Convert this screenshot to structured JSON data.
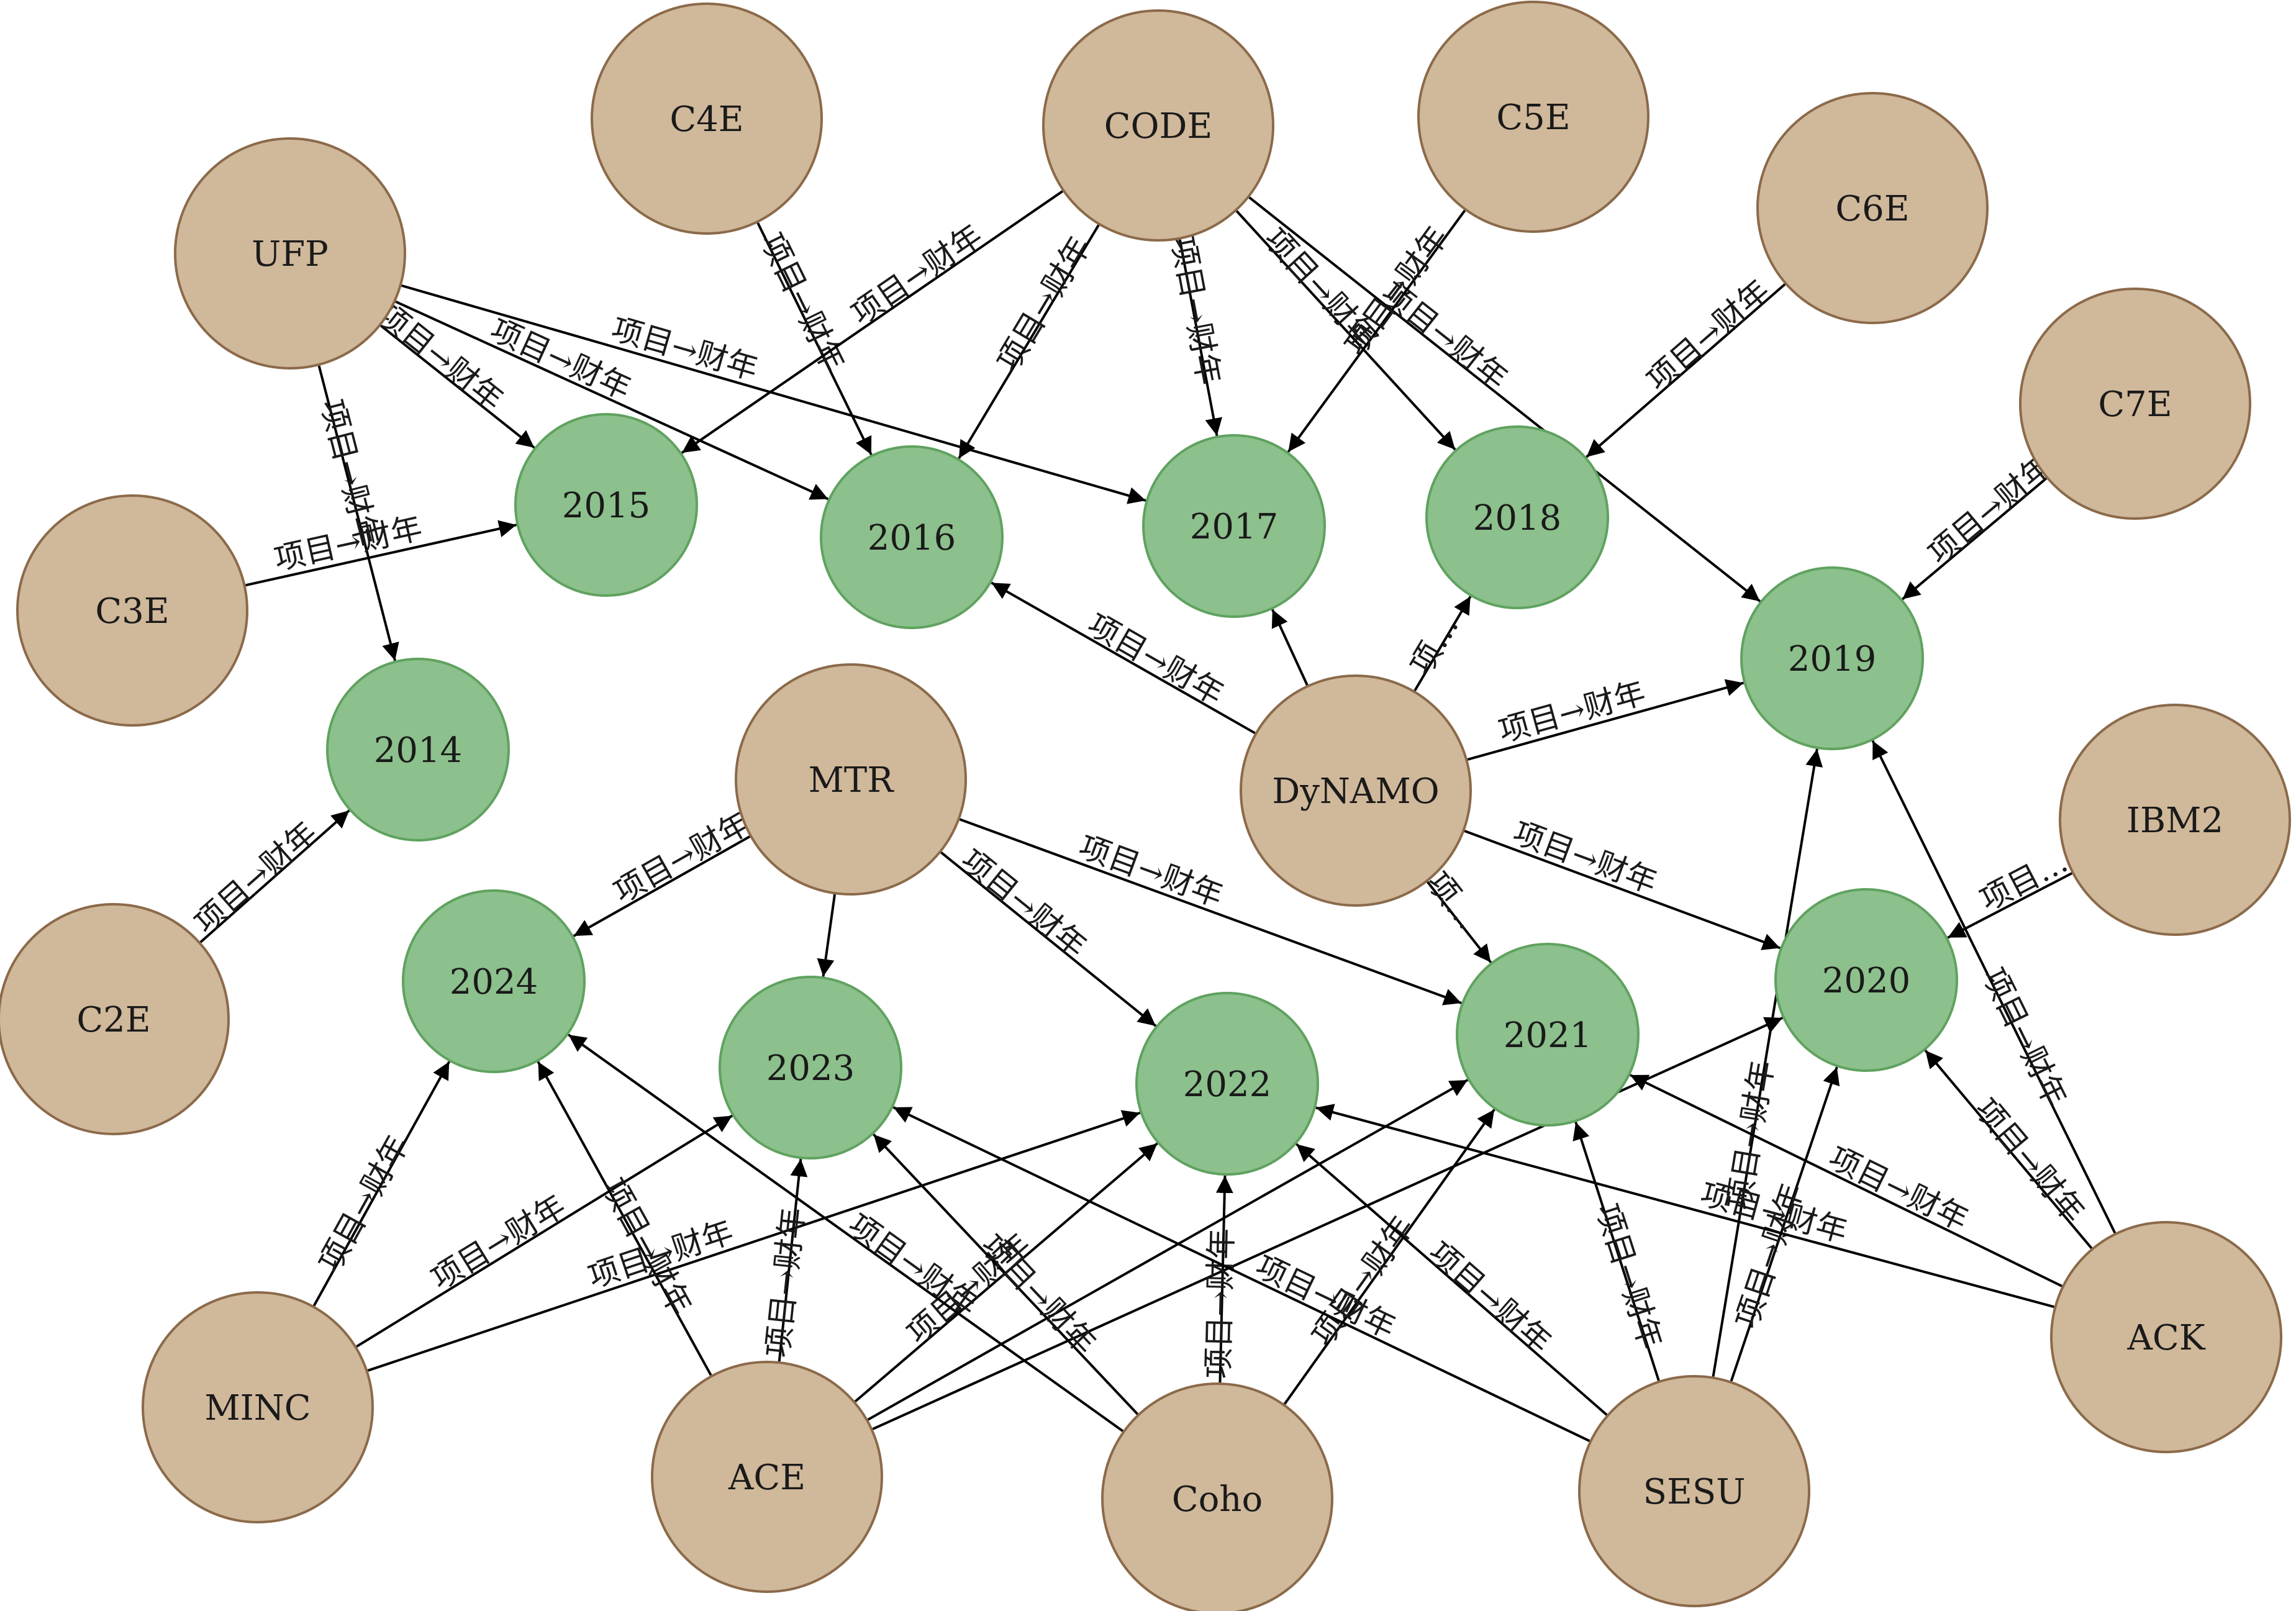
{
  "colors": {
    "project_node": "#d0b89a",
    "project_stroke": "#8b6a4a",
    "year_node": "#8cc08c",
    "year_stroke": "#5fa25f",
    "edge": "#000000"
  },
  "nodes": [
    {
      "id": "UFP",
      "label": "UFP",
      "kind": "project"
    },
    {
      "id": "C4E",
      "label": "C4E",
      "kind": "project"
    },
    {
      "id": "CODE",
      "label": "CODE",
      "kind": "project"
    },
    {
      "id": "C5E",
      "label": "C5E",
      "kind": "project"
    },
    {
      "id": "C6E",
      "label": "C6E",
      "kind": "project"
    },
    {
      "id": "C7E",
      "label": "C7E",
      "kind": "project"
    },
    {
      "id": "C3E",
      "label": "C3E",
      "kind": "project"
    },
    {
      "id": "C2E",
      "label": "C2E",
      "kind": "project"
    },
    {
      "id": "MTR",
      "label": "MTR",
      "kind": "project"
    },
    {
      "id": "DyNAMO",
      "label": "DyNAMO",
      "kind": "project"
    },
    {
      "id": "IBM2",
      "label": "IBM2",
      "kind": "project"
    },
    {
      "id": "MINC",
      "label": "MINC",
      "kind": "project"
    },
    {
      "id": "ACE",
      "label": "ACE",
      "kind": "project"
    },
    {
      "id": "Coho",
      "label": "Coho",
      "kind": "project"
    },
    {
      "id": "SESU",
      "label": "SESU",
      "kind": "project"
    },
    {
      "id": "ACK",
      "label": "ACK",
      "kind": "project"
    },
    {
      "id": "2014",
      "label": "2014",
      "kind": "year"
    },
    {
      "id": "2015",
      "label": "2015",
      "kind": "year"
    },
    {
      "id": "2016",
      "label": "2016",
      "kind": "year"
    },
    {
      "id": "2017",
      "label": "2017",
      "kind": "year"
    },
    {
      "id": "2018",
      "label": "2018",
      "kind": "year"
    },
    {
      "id": "2019",
      "label": "2019",
      "kind": "year"
    },
    {
      "id": "2020",
      "label": "2020",
      "kind": "year"
    },
    {
      "id": "2021",
      "label": "2021",
      "kind": "year"
    },
    {
      "id": "2022",
      "label": "2022",
      "kind": "year"
    },
    {
      "id": "2023",
      "label": "2023",
      "kind": "year"
    },
    {
      "id": "2024",
      "label": "2024",
      "kind": "year"
    }
  ],
  "edges": [
    {
      "from": "UFP",
      "to": "2014",
      "label": "项目→财年"
    },
    {
      "from": "UFP",
      "to": "2015",
      "label": "项目→财年"
    },
    {
      "from": "UFP",
      "to": "2016",
      "label": "项目→财年"
    },
    {
      "from": "UFP",
      "to": "2017",
      "label": "项目→财年"
    },
    {
      "from": "C3E",
      "to": "2015",
      "label": "项目→财年"
    },
    {
      "from": "C2E",
      "to": "2014",
      "label": "项目→财年"
    },
    {
      "from": "C4E",
      "to": "2016",
      "label": "项目→财年"
    },
    {
      "from": "CODE",
      "to": "2015",
      "label": "项目→财年"
    },
    {
      "from": "CODE",
      "to": "2016",
      "label": "项目→财年"
    },
    {
      "from": "CODE",
      "to": "2017",
      "label": "项目→财年"
    },
    {
      "from": "CODE",
      "to": "2018",
      "label": "项目→财年"
    },
    {
      "from": "CODE",
      "to": "2019",
      "label": "项目→财年"
    },
    {
      "from": "C5E",
      "to": "2017",
      "label": "项目→财年"
    },
    {
      "from": "C6E",
      "to": "2018",
      "label": "项目→财年"
    },
    {
      "from": "C7E",
      "to": "2019",
      "label": "项目→财年"
    },
    {
      "from": "DyNAMO",
      "to": "2016",
      "label": "项目→财年"
    },
    {
      "from": "DyNAMO",
      "to": "2017",
      "label": ""
    },
    {
      "from": "DyNAMO",
      "to": "2018",
      "label": "项…"
    },
    {
      "from": "DyNAMO",
      "to": "2019",
      "label": "项目→财年"
    },
    {
      "from": "DyNAMO",
      "to": "2020",
      "label": "项目→财年"
    },
    {
      "from": "DyNAMO",
      "to": "2021",
      "label": "项…"
    },
    {
      "from": "IBM2",
      "to": "2020",
      "label": "项目…"
    },
    {
      "from": "MTR",
      "to": "2024",
      "label": "项目→财年"
    },
    {
      "from": "MTR",
      "to": "2023",
      "label": ""
    },
    {
      "from": "MTR",
      "to": "2022",
      "label": "项目→财年"
    },
    {
      "from": "MTR",
      "to": "2021",
      "label": "项目→财年"
    },
    {
      "from": "MINC",
      "to": "2024",
      "label": "项目→财年"
    },
    {
      "from": "MINC",
      "to": "2023",
      "label": "项目→财年"
    },
    {
      "from": "MINC",
      "to": "2022",
      "label": "项目→财年"
    },
    {
      "from": "ACE",
      "to": "2024",
      "label": "项目→财年"
    },
    {
      "from": "ACE",
      "to": "2023",
      "label": "项目→财年"
    },
    {
      "from": "ACE",
      "to": "2022",
      "label": "项目→财年"
    },
    {
      "from": "ACE",
      "to": "2021",
      "label": ""
    },
    {
      "from": "ACE",
      "to": "2020",
      "label": ""
    },
    {
      "from": "Coho",
      "to": "2024",
      "label": "项目→财年"
    },
    {
      "from": "Coho",
      "to": "2023",
      "label": "项目→财年"
    },
    {
      "from": "Coho",
      "to": "2022",
      "label": "项目→财年"
    },
    {
      "from": "Coho",
      "to": "2021",
      "label": "项目→财年"
    },
    {
      "from": "SESU",
      "to": "2023",
      "label": "项目→财年"
    },
    {
      "from": "SESU",
      "to": "2022",
      "label": "项目→财年"
    },
    {
      "from": "SESU",
      "to": "2021",
      "label": "项目→财年"
    },
    {
      "from": "SESU",
      "to": "2020",
      "label": "项目→财年"
    },
    {
      "from": "SESU",
      "to": "2019",
      "label": "项目→财年"
    },
    {
      "from": "ACK",
      "to": "2022",
      "label": "项目→财年"
    },
    {
      "from": "ACK",
      "to": "2021",
      "label": "项目→财年"
    },
    {
      "from": "ACK",
      "to": "2020",
      "label": "项目→财年"
    },
    {
      "from": "ACK",
      "to": "2019",
      "label": "项目→财年"
    }
  ]
}
